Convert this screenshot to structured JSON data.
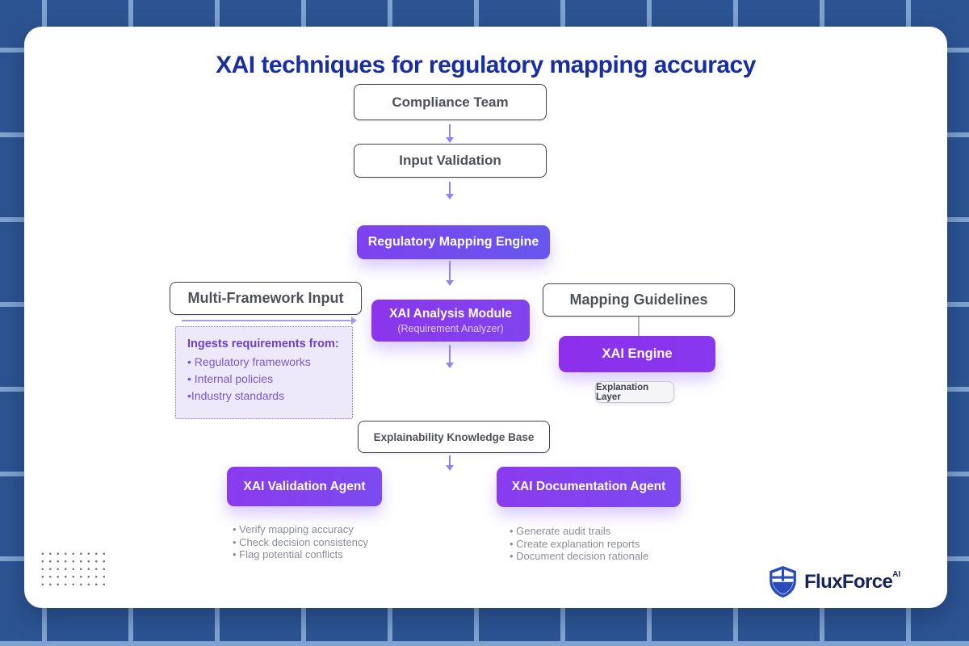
{
  "background": {
    "base_color": "#2d5492",
    "grid_line_color": "#7fa3d1"
  },
  "title": "XAI techniques for regulatory mapping accuracy",
  "nodes": {
    "compliance_team": {
      "label": "Compliance Team"
    },
    "input_validation": {
      "label": "Input Validation"
    },
    "regulatory_mapping_engine": {
      "label": "Regulatory Mapping Engine"
    },
    "multi_framework_input": {
      "label": "Multi-Framework Input"
    },
    "xai_analysis_module": {
      "label": "XAI Analysis Module",
      "sublabel": "(Requirement Analyzer)"
    },
    "mapping_guidelines": {
      "label": "Mapping Guidelines"
    },
    "xai_engine": {
      "label": "XAI Engine"
    },
    "explanation_layer": {
      "label": "Explanation Layer"
    },
    "explainability_knowledge_base": {
      "label": "Explainability Knowledge Base"
    },
    "xai_validation_agent": {
      "label": "XAI Validation Agent"
    },
    "xai_documentation_agent": {
      "label": "XAI Documentation Agent"
    }
  },
  "ingest_note": {
    "heading": "Ingests requirements from:",
    "items": [
      "• Regulatory frameworks",
      "• Internal policies",
      "•Industry standards"
    ]
  },
  "validation_notes": [
    "•  Verify mapping accuracy",
    "•  Check decision consistency",
    "•  Flag potential conflicts"
  ],
  "documentation_notes": [
    "• Generate audit trails",
    "• Create explanation reports",
    "• Document decision rationale"
  ],
  "logo": {
    "name": "FluxForce",
    "suffix": "AI"
  },
  "colors": {
    "title": "#1a2ea3",
    "purple_gradient_start": "#8a3bef",
    "purple_gradient_end": "#6658ee",
    "arrow": "#9184ee",
    "note_bg": "#ede9fb",
    "note_text": "#7b57cc"
  }
}
